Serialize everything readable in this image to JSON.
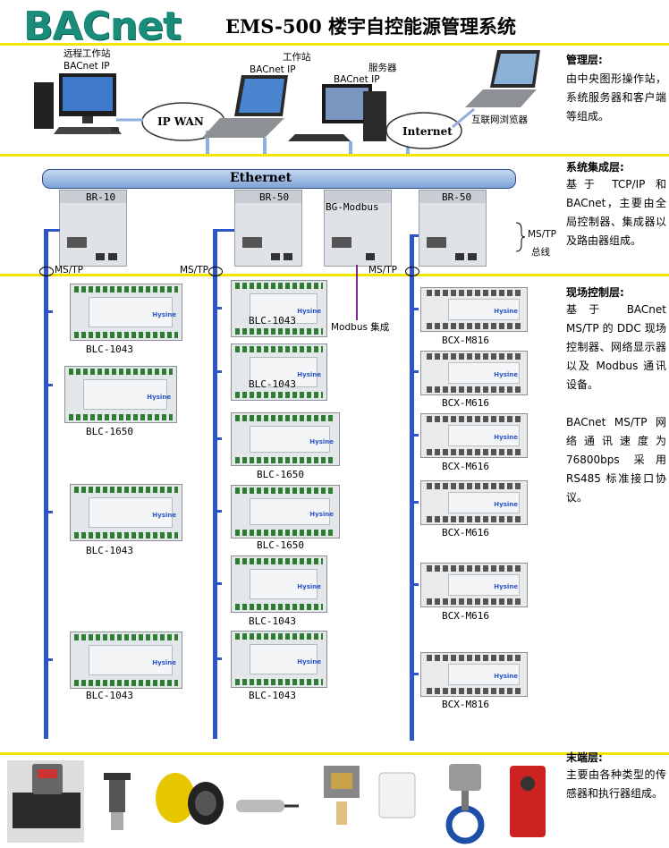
{
  "header": {
    "logo": "BACnet",
    "title": "EMS-500  楼宇自控能源管理系统"
  },
  "top": {
    "remote_ws_line1": "远程工作站",
    "remote_ws_line2": "BACnet IP",
    "ws_line1": "工作站",
    "ws_line2": "BACnet IP",
    "server_line1": "服务器",
    "server_line2": "BACnet IP",
    "browser": "互联网浏览器",
    "cloud_ipwan": "IP WAN",
    "cloud_internet": "Internet"
  },
  "ethernet_label": "Ethernet",
  "routers": {
    "r1": "BR-10",
    "r2": "BR-50",
    "r3": "BG-Modbus",
    "r4": "BR-50"
  },
  "bus_labels": {
    "ms1": "MS/TP",
    "ms2": "MS/TP",
    "ms3": "MS/TP",
    "mstp_bus_line1": "MS/TP",
    "mstp_bus_line2": "总线",
    "modbus": "Modbus 集成"
  },
  "devices": {
    "col1": [
      "BLC-1043",
      "BLC-1650",
      "BLC-1043",
      "BLC-1043"
    ],
    "col2": [
      "BLC-1043",
      "BLC-1043",
      "BLC-1650",
      "BLC-1650",
      "BLC-1043",
      "BLC-1043"
    ],
    "col3": [
      "BCX-M816",
      "BCX-M616",
      "BCX-M616",
      "BCX-M616",
      "BCX-M616",
      "BCX-M816"
    ]
  },
  "layers": {
    "mgmt_title": "管理层:",
    "mgmt_text": "由中央图形操作站，系统服务器和客户端等组成。",
    "sys_title": "系统集成层:",
    "sys_text": "基于 TCP/IP 和 BACnet，主要由全局控制器、集成器以及路由器组成。",
    "field_title": "现场控制层:",
    "field_text1": "基于 BACnet MS/TP 的 DDC 现场控制器、网络显示器以及 Modbus 通讯设备。",
    "field_text2": "BACnet MS/TP 网络通讯速度为 76800bps 采用 RS485 标准接口协议。",
    "end_title": "末端层:",
    "end_text": "主要由各种类型的传感器和执行器组成。"
  },
  "brand_on_devices": "Hysine",
  "colors": {
    "bus": "#2d55c8",
    "ethernet": "#8fb0dc",
    "divider": "#f2e600",
    "modbus_line": "#7b2a8a",
    "logo": "#1a8c7a"
  }
}
